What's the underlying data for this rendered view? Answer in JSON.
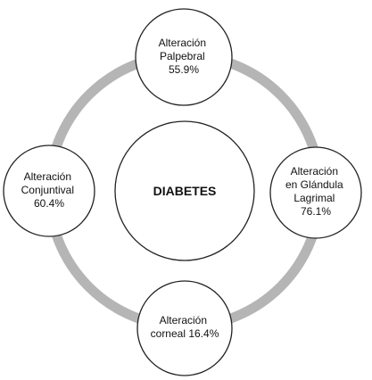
{
  "center": {
    "label": "DIABETES"
  },
  "nodes": [
    {
      "id": "top",
      "lines": [
        "Alteración",
        "Palpebral",
        "55.9%"
      ]
    },
    {
      "id": "right",
      "lines": [
        "Alteración",
        "en Glándula",
        "Lagrimal",
        "76.1%"
      ]
    },
    {
      "id": "bottom",
      "lines": [
        "Alteración",
        "corneal 16.4%"
      ]
    },
    {
      "id": "left",
      "lines": [
        "Alteración",
        "Conjuntival",
        "60.4%"
      ]
    }
  ],
  "colors": {
    "ring": "#b5b5b5",
    "outline": "#222222",
    "text": "#111111"
  }
}
